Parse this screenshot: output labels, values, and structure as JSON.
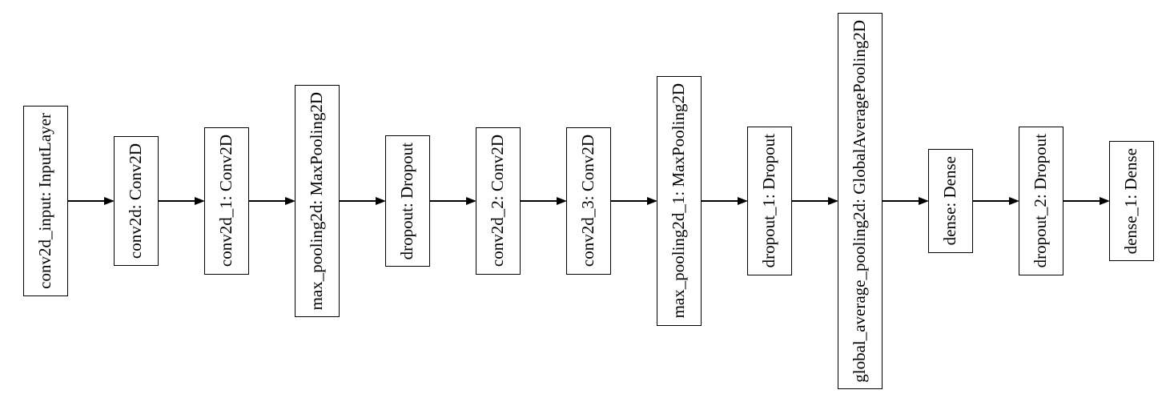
{
  "diagram": {
    "kind": "layered-model-flow",
    "direction": "left-to-right",
    "colors": {
      "background": "#ffffff",
      "node_border": "#000000",
      "node_fill": "#ffffff",
      "text": "#000000",
      "edge": "#000000"
    },
    "nodes": [
      {
        "id": "conv2d_input",
        "label": "conv2d_input: InputLayer"
      },
      {
        "id": "conv2d",
        "label": "conv2d: Conv2D"
      },
      {
        "id": "conv2d_1",
        "label": "conv2d_1: Conv2D"
      },
      {
        "id": "max_pooling2d",
        "label": "max_pooling2d: MaxPooling2D"
      },
      {
        "id": "dropout",
        "label": "dropout: Dropout"
      },
      {
        "id": "conv2d_2",
        "label": "conv2d_2: Conv2D"
      },
      {
        "id": "conv2d_3",
        "label": "conv2d_3: Conv2D"
      },
      {
        "id": "max_pooling2d_1",
        "label": "max_pooling2d_1: MaxPooling2D"
      },
      {
        "id": "dropout_1",
        "label": "dropout_1: Dropout"
      },
      {
        "id": "global_average_pooling2d",
        "label": "global_average_pooling2d: GlobalAveragePooling2D"
      },
      {
        "id": "dense",
        "label": "dense: Dense"
      },
      {
        "id": "dropout_2",
        "label": "dropout_2: Dropout"
      },
      {
        "id": "dense_1",
        "label": "dense_1: Dense"
      }
    ],
    "edges": [
      {
        "from": "conv2d_input",
        "to": "conv2d"
      },
      {
        "from": "conv2d",
        "to": "conv2d_1"
      },
      {
        "from": "conv2d_1",
        "to": "max_pooling2d"
      },
      {
        "from": "max_pooling2d",
        "to": "dropout"
      },
      {
        "from": "dropout",
        "to": "conv2d_2"
      },
      {
        "from": "conv2d_2",
        "to": "conv2d_3"
      },
      {
        "from": "conv2d_3",
        "to": "max_pooling2d_1"
      },
      {
        "from": "max_pooling2d_1",
        "to": "dropout_1"
      },
      {
        "from": "dropout_1",
        "to": "global_average_pooling2d"
      },
      {
        "from": "global_average_pooling2d",
        "to": "dense"
      },
      {
        "from": "dense",
        "to": "dropout_2"
      },
      {
        "from": "dropout_2",
        "to": "dense_1"
      }
    ]
  }
}
